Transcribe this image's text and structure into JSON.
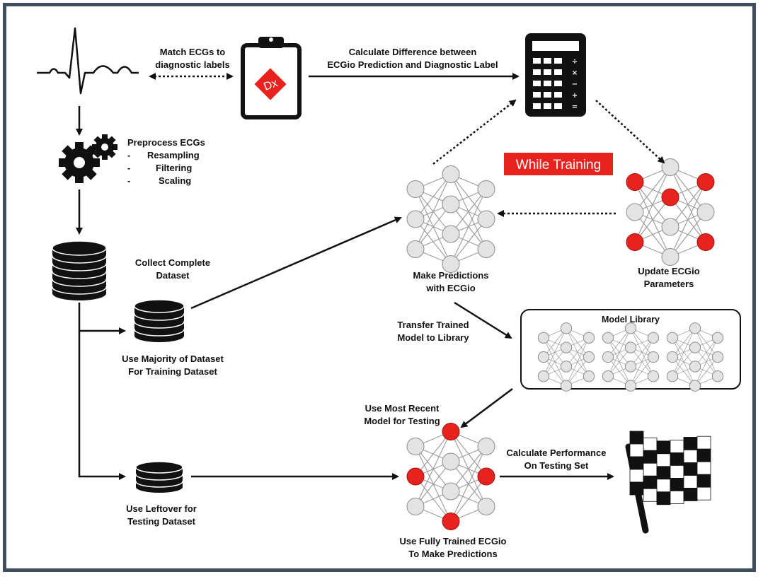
{
  "labels": {
    "match": [
      "Match ECGs to",
      "diagnostic labels"
    ],
    "calc_diff": [
      "Calculate Difference between",
      "ECGio Prediction and Diagnostic Label"
    ],
    "preprocess_title": "Preprocess ECGs",
    "preprocess_steps": [
      "Resampling",
      "Filtering",
      "Scaling"
    ],
    "collect": [
      "Collect Complete",
      "Dataset"
    ],
    "majority": [
      "Use Majority of Dataset",
      "For Training Dataset"
    ],
    "leftover": [
      "Use Leftover for",
      "Testing Dataset"
    ],
    "while_training": "While Training",
    "make_pred": [
      "Make Predictions",
      "with ECGio"
    ],
    "update": [
      "Update ECGio",
      "Parameters"
    ],
    "transfer": [
      "Transfer Trained",
      "Model to Library"
    ],
    "model_library": "Model Library",
    "recent": [
      "Use Most Recent",
      "Model for Testing"
    ],
    "calc_perf": [
      "Calculate Performance",
      "On Testing Set"
    ],
    "fully_trained": [
      "Use Fully Trained ECGio",
      "To Make Predictions"
    ],
    "dx_badge": "Dx",
    "calc_symbols": [
      "÷",
      "×",
      "−",
      "+",
      "="
    ]
  },
  "colors": {
    "accent_red": "#e8231f",
    "node_gray": "#e3e3e3",
    "frame": "#3f4e5e",
    "ink": "#111111"
  }
}
